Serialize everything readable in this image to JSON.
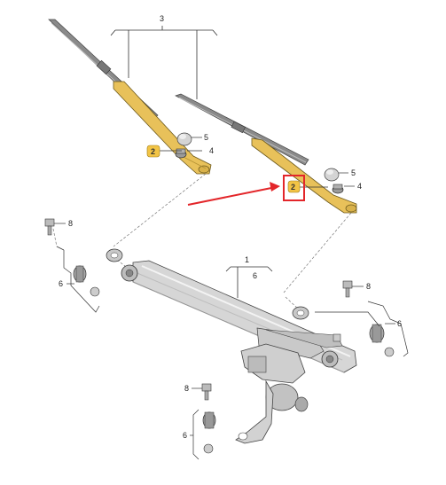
{
  "diagram": {
    "callouts": {
      "wiper_blade_assembly": "3",
      "wiper_arm_left": "2",
      "wiper_arm_right": "2",
      "cap_left": "5",
      "nut_left": "4",
      "cap_right": "5",
      "nut_right": "4",
      "bolt_upper_left": "8",
      "group_left": "6",
      "linkage_assembly": "1",
      "linkage_sub": "6",
      "bolt_right": "8",
      "group_right": "6",
      "bolt_lower": "8",
      "group_lower": "6"
    },
    "colors": {
      "arm_highlight": "#e8c15a",
      "badge_fill": "#f2c445",
      "pointer_arrow": "#e3262a",
      "highlight_box": "#e3262a",
      "part_grey": "#c8c8c8",
      "outline": "#444444"
    }
  }
}
